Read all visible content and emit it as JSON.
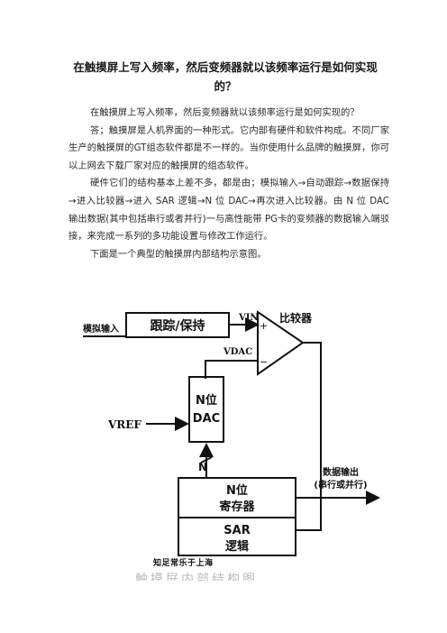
{
  "doc": {
    "title": "在触摸屏上写入频率，然后变频器就以该频率运行是如何实现的？",
    "paragraphs": [
      "在触摸屏上写入频率，然后变频器就以该频率运行是如何实现的？",
      "答；触摸屏是人机界面的一种形式。它内部有硬件和软件构成。不同厂家生产的触摸屏的GT组态软件都是不一样的。当你使用什么品牌的触摸屏，你可以上网去下载厂家对应的触摸屏的组态软件。",
      "硬件它们的结构基本上差不多，都是由；模拟输入→自动跟踪→数据保持→进入比较器→进入 SAR 逻辑→N 位 DAC→再次进入比较器。由 N 位 DAC 输出数据(其中包括串行或者并行)一与高性能带 PG卡的变频器的数据输入端驳接，来完成一系列的多功能设置与修改工作运行。",
      "下面是一个典型的触摸屏内部结构示意图。"
    ]
  },
  "diagram": {
    "analog_input": "模拟输入",
    "track_hold": "跟踪/保持",
    "vin": "VIN",
    "comparator": "比较器",
    "vdac": "VDAC",
    "plus": "+",
    "minus": "−",
    "dac_line1": "N位",
    "dac_line2": "DAC",
    "vref": "VREF",
    "n_label": "N",
    "reg_line1": "N位",
    "reg_line2": "寄存器",
    "sar_line1": "SAR",
    "sar_line2": "逻辑",
    "data_out_line1": "数据输出",
    "data_out_line2": "(串行或并行)"
  },
  "watermark": "知足常乐于上海",
  "faded_text": "触摸屏内部结构图"
}
